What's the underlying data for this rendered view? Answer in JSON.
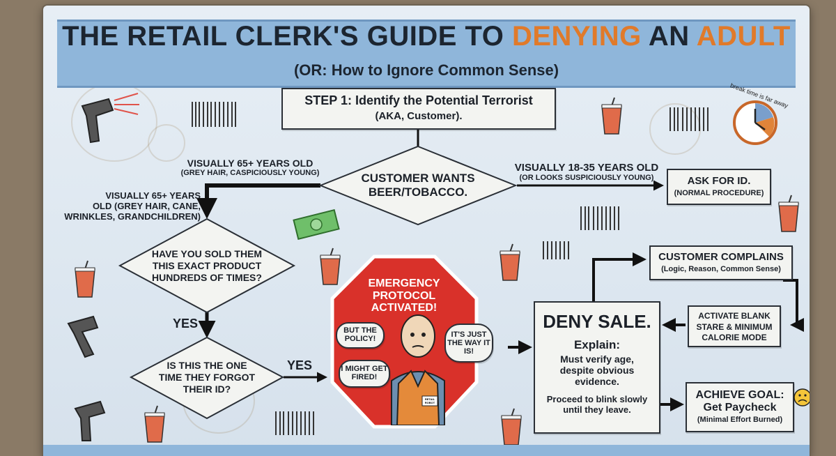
{
  "title": {
    "part1": "THE RETAIL CLERK'S GUIDE TO",
    "part2": "DENYING",
    "part3": "AN",
    "part4": "ADULT"
  },
  "subtitle": "(OR: How to Ignore Common Sense)",
  "step1": {
    "label": "STEP 1:",
    "text": "Identify the Potential Terrorist",
    "sub": "(AKA, Customer)."
  },
  "decision_main": "CUSTOMER WANTS BEER/TOBACCO.",
  "left_branch_top": {
    "line1": "VISUALLY 65+ YEARS OLD",
    "line2": "(GREY HAIR, CASPICIOUSLY YOUNG)"
  },
  "left_branch": {
    "line1": "VISUALLY 65+ YEARS",
    "line2": "OLD (GREY HAIR, CANE,",
    "line3": "WRINKLES, GRANDCHILDREN)"
  },
  "right_branch": {
    "line1": "VISUALLY 18-35 YEARS OLD",
    "line2": "(OR LOOKS SUSPICIOUSLY YOUNG)"
  },
  "ask_id": {
    "title": "ASK FOR ID.",
    "sub": "(NORMAL PROCEDURE)"
  },
  "decision_sold": "HAVE YOU SOLD THEM THIS EXACT PRODUCT HUNDREDS OF TIMES?",
  "yes1": "YES",
  "decision_forgot": "IS THIS THE ONE TIME THEY FORGOT THEIR ID?",
  "yes2": "YES",
  "emergency": {
    "title": "EMERGENCY PROTOCOL ACTIVATED!",
    "bubble1": "BUT THE POLICY!",
    "bubble2": "IT'S JUST THE WAY IT IS!",
    "bubble3": "I MIGHT GET FIRED!",
    "badge": "RETAIL ROBOT"
  },
  "deny": {
    "title": "DENY SALE.",
    "explain": "Explain:",
    "text": "Must verify age, despite obvious evidence.",
    "text2": "Proceed to blink slowly until they leave."
  },
  "complains": {
    "title": "CUSTOMER COMPLAINS",
    "sub": "(Logic, Reason, Common Sense)"
  },
  "activate": "ACTIVATE BLANK STARE & MINIMUM CALORIE MODE",
  "goal": {
    "title": "ACHIEVE GOAL:",
    "line2": "Get Paycheck",
    "sub": "(Minimal Effort Burned)"
  },
  "clock_label": "break time is far away",
  "colors": {
    "banner": "#8fb6da",
    "accent_orange": "#e07a2a",
    "stop_red": "#d9312a"
  }
}
